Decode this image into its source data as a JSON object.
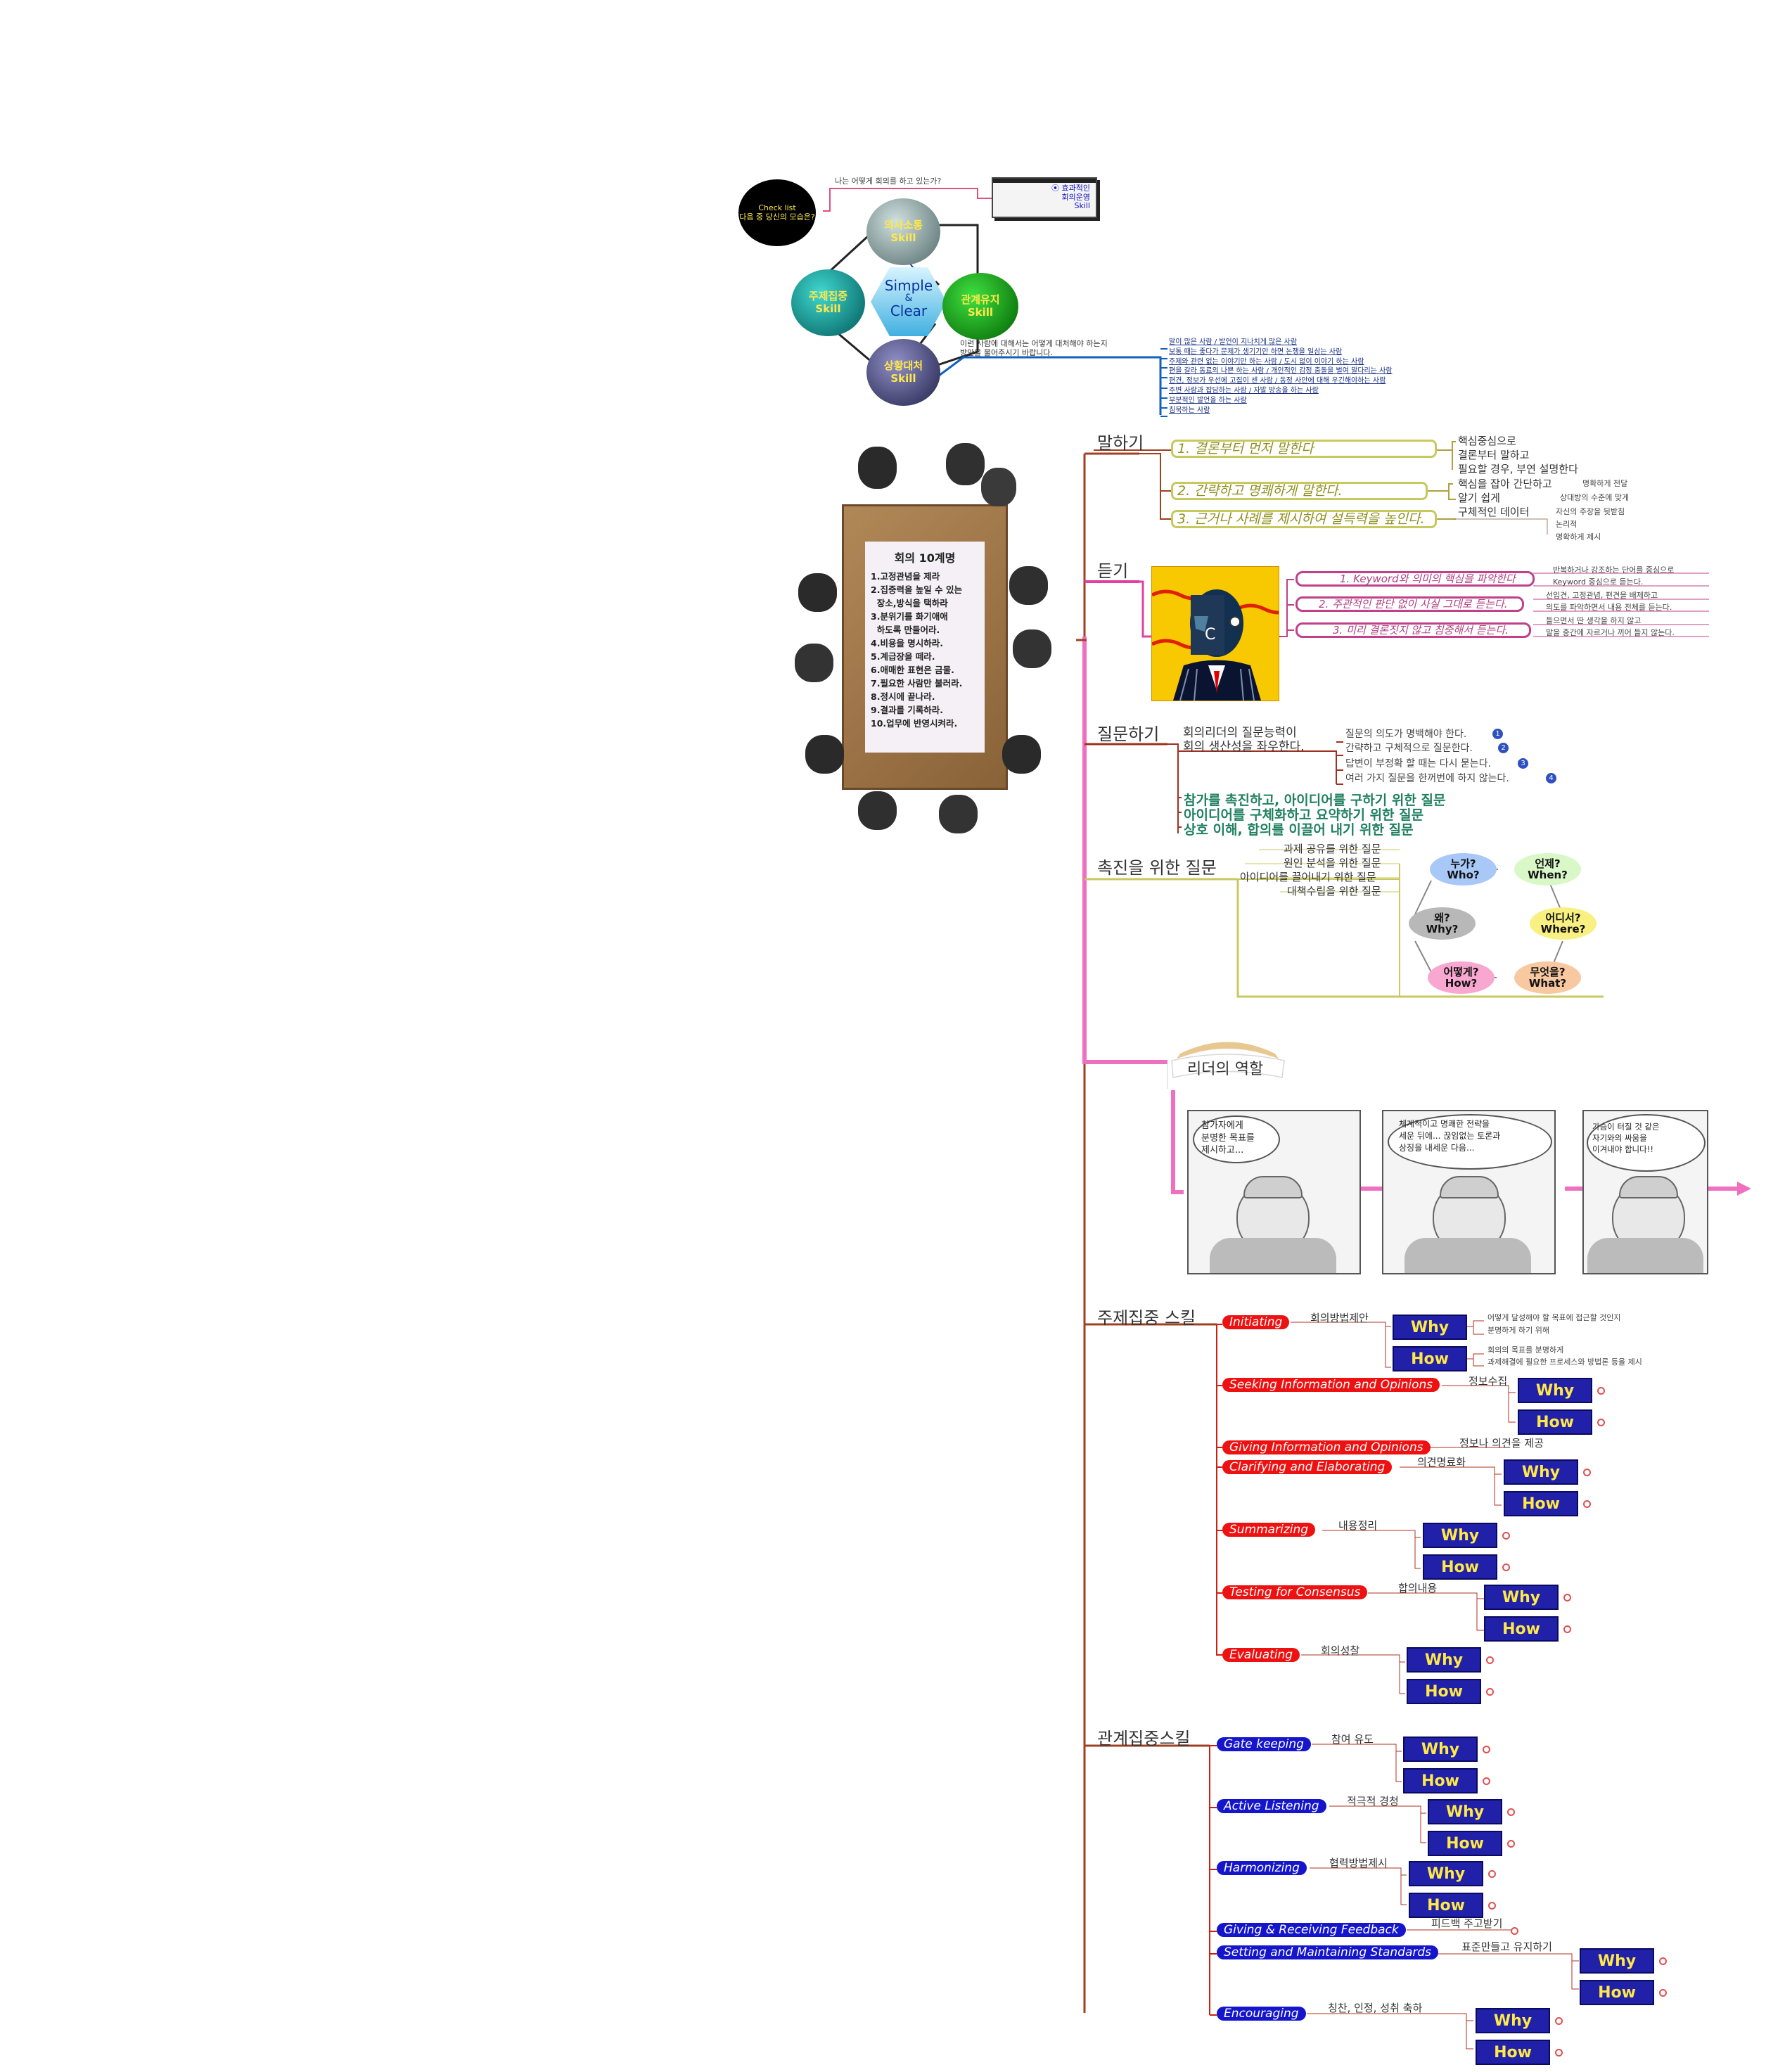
{
  "top": {
    "checklist_title": "Check list",
    "checklist_sub": "다음 중 당신의 모습은?",
    "question": "나는 어떻게 회의를 하고 있는가?",
    "banner_line1": "⦿ 효과적인",
    "banner_line2": "회의운영",
    "banner_line3": "Skill",
    "center_line1": "Simple",
    "center_line2": "&",
    "center_line3": "Clear",
    "skill_communication": "의사소통\nSkill",
    "skill_topic": "주제집중\nSkill",
    "skill_relation": "관계유지\nSkill",
    "skill_situation": "상황대처\nSkill",
    "situation_title": "이런 사람에 대해서는 어떻게 대처해야 하는지\n방안을 물어주시기 바랍니다.",
    "situation_items": [
      "말이 많은 사람 / 발언이 지나치게 많은 사람",
      "보통 때는 좋다가 문제가 생기기만 하면 논쟁을 일삼는 사람",
      "주제와 관련 없는 이야기만 하는 사람 / 도시 없이 이야기 하는 사람",
      "편을 갈라 동료의 나쁜 하는 사람 / 개인적인 감정 충돌을 벌여 말다리는 사람",
      "편견, 정보가 우선에 고집이 센 사람 / 동정 사안에 대해 우긴해야하는 사람",
      "주변 사람과 잡담하는 사람 / 자발 방송을 하는 사람",
      "부분적인 발언을 하는 사람",
      "침묵하는 사람"
    ]
  },
  "meeting": {
    "title": "회의 10계명",
    "rules": [
      "1.고정관념을 제라",
      "2.집중력을 높일 수 있는",
      "  장소,방식을 택하라",
      "3.분위기를 화기애애",
      "  하도록 만들어라.",
      "4.비용을 명시하라.",
      "5.계급장을 떼라.",
      "6.애매한 표현은 금물.",
      "7.필요한 사람만 불러라.",
      "8.정시에 끝나라.",
      "9.결과를 기록하라.",
      "10.업무에 반영시켜라."
    ]
  },
  "speaking": {
    "label": "말하기",
    "items": [
      "1. 결론부터 먼저 말한다",
      "2. 간략하고 명쾌하게 말한다.",
      "3. 근거나 사례를 제시하여 설득력을 높인다."
    ],
    "sub1": [
      "핵심중심으로",
      "결론부터 말하고",
      "필요할 경우, 부연 설명한다"
    ],
    "sub2": [
      "핵심을 잡아 간단하고",
      "알기 쉽게"
    ],
    "sub2b": [
      "명확하게 전달",
      "상대방의 수준에 맞게"
    ],
    "sub3": "구체적인 데이터",
    "sub3b": [
      "자신의 주장을 뒷받침",
      "논리적",
      "명확하게 제시"
    ]
  },
  "listening": {
    "label": "듣기",
    "items": [
      "1. Keyword와 의미의 핵심을 파악한다",
      "2. 주관적인 판단 없이 사실 그대로 듣는다.",
      "3. 미리 결론짓지 않고 침중해서 듣는다."
    ],
    "subs": [
      "반복하거나 강조하는 단어를 중심으로",
      "Keyword 중심으로 듣는다.",
      "선입견, 고정관념, 편견을 배제하고",
      "의도를 파악하면서 내용 전체를 듣는다.",
      "들으면서 딴 생각을 하지 않고",
      "말을 중간에 자르거나 끼어 들지 않는다."
    ]
  },
  "asking": {
    "label": "질문하기",
    "lead1": "회의리더의 질문능력이",
    "lead2": "회의 생산성을 좌우한다.",
    "items": [
      "질문의 의도가 명백해야 한다.",
      "간략하고 구체적으로 질문한다.",
      "답변이 부정확 할 때는 다시 묻는다.",
      "여러 가지 질문을 한꺼번에 하지 않는다."
    ],
    "badges": [
      "1",
      "2",
      "3",
      "4"
    ],
    "teal": [
      "참가를 촉진하고, 아이디어를 구하기 위한 질문",
      "아이디어를 구체화하고 요약하기 위한 질문",
      "상호 이해, 합의를 이끌어 내기 위한 질문"
    ]
  },
  "facilitation": {
    "label": "촉진을 위한 질문",
    "items": [
      "과제 공유를 위한 질문",
      "원인 분석을 위한 질문",
      "아이디어를 끌어내기 위한 질문",
      "대책수립을 위한 질문"
    ],
    "who": "누가?\nWho?",
    "when": "언제?\nWhen?",
    "why": "왜?\nWhy?",
    "where": "어디서?\nWhere?",
    "how": "어떻게?\nHow?",
    "what": "무엇을?\nWhat?"
  },
  "leader": {
    "label": "리더의 역할",
    "panel1": "참가자에게\n분명한 목표를\n제시하고...",
    "panel2": "체계적이고 명쾌한 전략을\n세운 뒤에... 끊임없는 토론과\n상징을 내세운 다음...",
    "panel3": "가슴이 터질 것 같은\n자기와의 싸움을\n이겨내야 합니다!!"
  },
  "topic": {
    "label": "주제집중 스킬",
    "items": [
      {
        "name": "Initiating",
        "desc": "회의방법제안",
        "why_notes": [
          "어떻게 달성해야 할 목표에 접근할 것인지",
          "분명하게 하기 위해"
        ],
        "how_notes": [
          "회의의 목표를 분명하게",
          "과제해결에 필요한 프로세스와 방법론 등을 제시"
        ]
      },
      {
        "name": "Seeking Information and Opinions",
        "desc": "정보수집"
      },
      {
        "name": "Giving Information and Opinions",
        "desc": "정보나 의견을 제공"
      },
      {
        "name": "Clarifying and Elaborating",
        "desc": "의견명료화"
      },
      {
        "name": "Summarizing",
        "desc": "내용정리"
      },
      {
        "name": "Testing for Consensus",
        "desc": "합의내용"
      },
      {
        "name": "Evaluating",
        "desc": "회의성찰"
      }
    ],
    "why": "Why",
    "how": "How"
  },
  "relation": {
    "label": "관계집중스킬",
    "items": [
      {
        "name": "Gate keeping",
        "desc": "참여 유도"
      },
      {
        "name": "Active Listening",
        "desc": "적극적 경청"
      },
      {
        "name": "Harmonizing",
        "desc": "협력방법제시"
      },
      {
        "name": "Giving & Receiving Feedback",
        "desc": "피드백 주고받기"
      },
      {
        "name": "Setting and Maintaining Standards",
        "desc": "표준만들고 유지하기"
      },
      {
        "name": "Encouraging",
        "desc": "칭찬, 인정, 성취 축하"
      }
    ],
    "why": "Why",
    "how": "How"
  }
}
